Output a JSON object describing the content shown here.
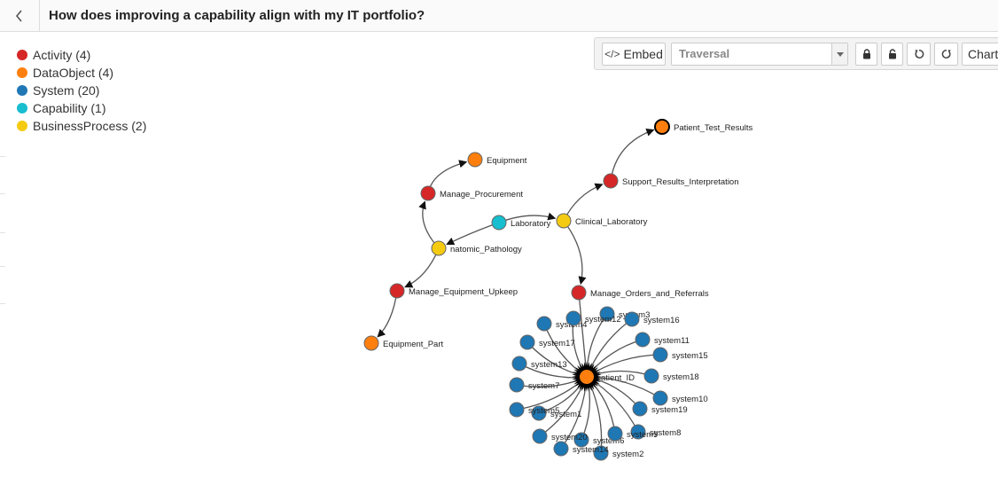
{
  "header": {
    "title": "How does improving a capability align with my IT portfolio?",
    "back_icon": "chevron-left-icon"
  },
  "legend": [
    {
      "label": "Activity (4)",
      "color": "#d62728"
    },
    {
      "label": "DataObject (4)",
      "color": "#ff7f0e"
    },
    {
      "label": "System (20)",
      "color": "#1f77b4"
    },
    {
      "label": "Capability (1)",
      "color": "#17becf"
    },
    {
      "label": "BusinessProcess (2)",
      "color": "#f5cb11"
    }
  ],
  "toolbar": {
    "embed_label": "Embed",
    "embed_icon": "code-icon",
    "select_value": "Traversal",
    "chart_label": "Chart",
    "icons": [
      "lock-icon",
      "unlock-icon",
      "undo-icon",
      "redo-icon"
    ]
  },
  "graph": {
    "nodes": [
      {
        "id": "Patient_Test_Results",
        "label": "Patient_Test_Results",
        "type": "DataObject",
        "highlight": true
      },
      {
        "id": "Support_Results_Interpretation",
        "label": "Support_Results_Interpretation",
        "type": "Activity"
      },
      {
        "id": "Equipment",
        "label": "Equipment",
        "type": "DataObject"
      },
      {
        "id": "Manage_Procurement",
        "label": "Manage_Procurement",
        "type": "Activity"
      },
      {
        "id": "Laboratory",
        "label": "Laboratory",
        "type": "Capability"
      },
      {
        "id": "Clinical_Laboratory",
        "label": "Clinical_Laboratory",
        "type": "BusinessProcess"
      },
      {
        "id": "Anatomic_Pathology",
        "label": "Anatomic_Pathology",
        "type": "BusinessProcess"
      },
      {
        "id": "Manage_Equipment_Upkeep",
        "label": "Manage_Equipment_Upkeep",
        "type": "Activity"
      },
      {
        "id": "Manage_Orders_and_Referrals",
        "label": "Manage_Orders_and_Referrals",
        "type": "Activity"
      },
      {
        "id": "Equipment_Part",
        "label": "Equipment_Part",
        "type": "DataObject"
      },
      {
        "id": "Patient_ID",
        "label": "Patient_ID",
        "type": "DataObject",
        "hub": true
      },
      {
        "id": "system1",
        "label": "system1",
        "type": "System"
      },
      {
        "id": "system2",
        "label": "system2",
        "type": "System"
      },
      {
        "id": "system3",
        "label": "system3",
        "type": "System"
      },
      {
        "id": "system4",
        "label": "system4",
        "type": "System"
      },
      {
        "id": "system5",
        "label": "system5",
        "type": "System"
      },
      {
        "id": "system6",
        "label": "system6",
        "type": "System"
      },
      {
        "id": "system7",
        "label": "system7",
        "type": "System"
      },
      {
        "id": "system8",
        "label": "system8",
        "type": "System"
      },
      {
        "id": "system9",
        "label": "system9",
        "type": "System"
      },
      {
        "id": "system10",
        "label": "system10",
        "type": "System"
      },
      {
        "id": "system11",
        "label": "system11",
        "type": "System"
      },
      {
        "id": "system12",
        "label": "system12",
        "type": "System"
      },
      {
        "id": "system13",
        "label": "system13",
        "type": "System"
      },
      {
        "id": "system14",
        "label": "system14",
        "type": "System"
      },
      {
        "id": "system15",
        "label": "system15",
        "type": "System"
      },
      {
        "id": "system16",
        "label": "system16",
        "type": "System"
      },
      {
        "id": "system17",
        "label": "system17",
        "type": "System"
      },
      {
        "id": "system18",
        "label": "system18",
        "type": "System"
      },
      {
        "id": "system19",
        "label": "system19",
        "type": "System"
      },
      {
        "id": "system20",
        "label": "system20",
        "type": "System"
      }
    ],
    "edges": [
      {
        "from": "Laboratory",
        "to": "Clinical_Laboratory"
      },
      {
        "from": "Laboratory",
        "to": "Anatomic_Pathology"
      },
      {
        "from": "Clinical_Laboratory",
        "to": "Support_Results_Interpretation"
      },
      {
        "from": "Support_Results_Interpretation",
        "to": "Patient_Test_Results"
      },
      {
        "from": "Clinical_Laboratory",
        "to": "Manage_Orders_and_Referrals"
      },
      {
        "from": "Anatomic_Pathology",
        "to": "Manage_Procurement"
      },
      {
        "from": "Manage_Procurement",
        "to": "Equipment"
      },
      {
        "from": "Anatomic_Pathology",
        "to": "Manage_Equipment_Upkeep"
      },
      {
        "from": "Manage_Equipment_Upkeep",
        "to": "Equipment_Part"
      },
      {
        "from": "Manage_Orders_and_Referrals",
        "to": "Patient_ID"
      }
    ]
  }
}
